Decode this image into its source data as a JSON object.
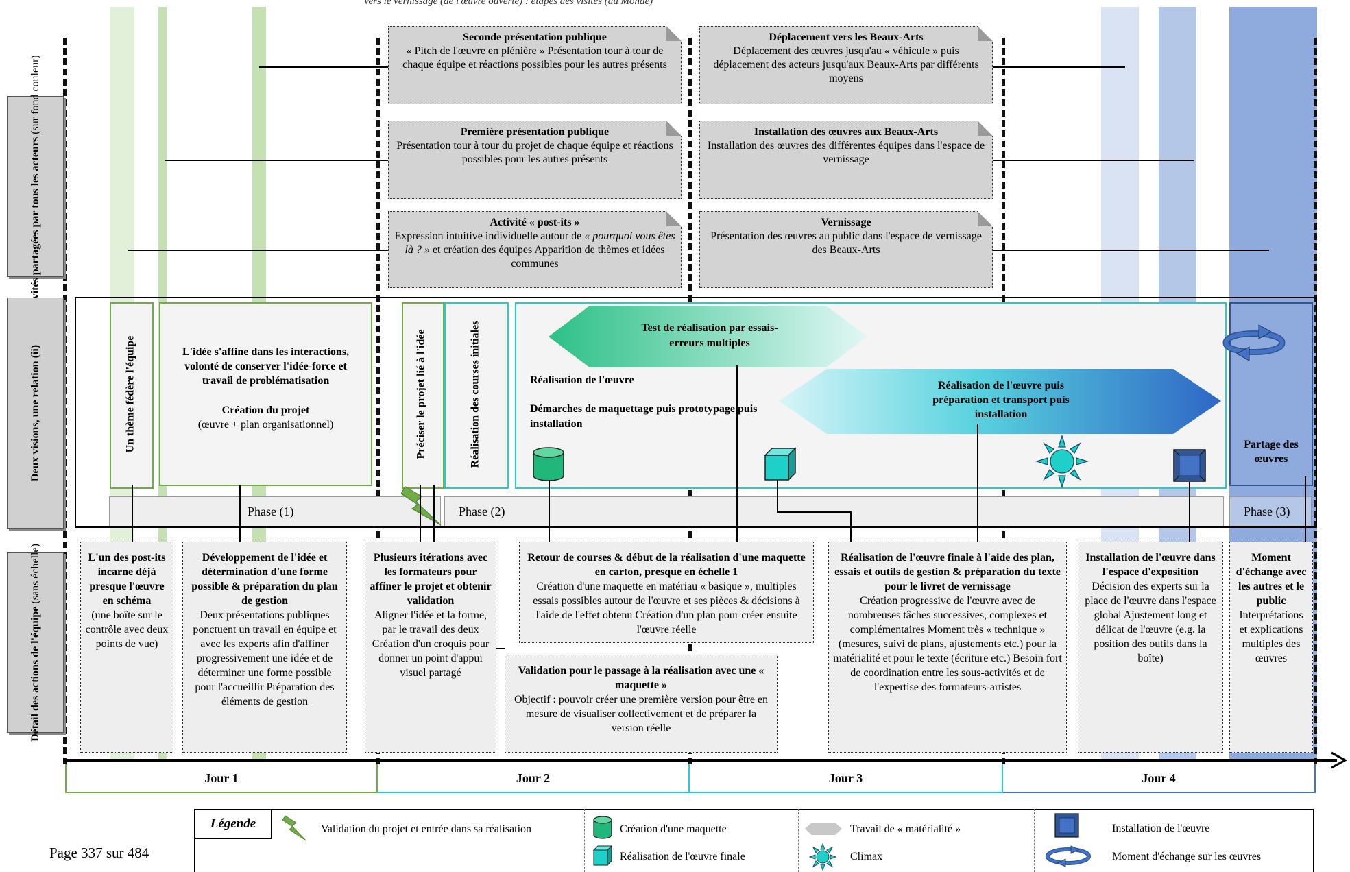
{
  "page_footer": "Page 337 sur 484",
  "top_caption": "Vers le vernissage (de l'œuvre ouverte) : étapes des visites (au Monde)",
  "side_labels": {
    "shared_activities": {
      "bold": "Activités partagées par tous les acteurs",
      "normal": "(sur fond couleur)"
    },
    "two_visions": {
      "bold": "Deux visions, une relation (ii)"
    },
    "team_detail": {
      "bold": "Détail des actions de l'équipe",
      "normal": "(sans échelle)"
    }
  },
  "shared_activities": [
    {
      "title": "Seconde présentation publique",
      "text": "« Pitch de l'œuvre en plénière » Présentation tour à tour de chaque équipe et réactions possibles pour les autres présents"
    },
    {
      "title": "Première présentation publique",
      "text": "Présentation tour à tour du projet de chaque équipe et réactions possibles pour les autres présents"
    },
    {
      "title": "Activité « post-its »",
      "text_a": "Expression intuitive individuelle autour de",
      "text_b_italic": "« pourquoi vous êtes là ? »",
      "text_c": "et création des équipes Apparition de thèmes et idées communes"
    },
    {
      "title": "Déplacement vers les Beaux-Arts",
      "text": "Déplacement des œuvres jusqu'au « véhicule » puis déplacement des acteurs jusqu'aux Beaux-Arts par différents moyens"
    },
    {
      "title": "Installation des œuvres aux Beaux-Arts",
      "text": "Installation des œuvres des différentes équipes dans l'espace de vernissage"
    },
    {
      "title": "Vernissage",
      "text": "Présentation des œuvres au public dans l'espace de vernissage des Beaux-Arts"
    }
  ],
  "visions": {
    "theme_label": "Un thème fédère l'équipe",
    "idea_title": "L'idée s'affine dans les interactions, volonté de conserver l'idée-force et travail de problématisation",
    "project_title": "Création du projet",
    "project_sub": "(œuvre + plan organisationnel)",
    "precise_label": "Préciser le projet lié à l'idée",
    "courses_label": "Réalisation des courses initiales",
    "test_arrow": "Test de réalisation par essais-erreurs multiples",
    "realisation": "Réalisation de l'œuvre",
    "demarches": "Démarches de maquettage puis prototypage puis installation",
    "final_arrow": "Réalisation de l'œuvre puis préparation et transport puis installation",
    "partage": "Partage des œuvres"
  },
  "phases": [
    "Phase (1)",
    "Phase (2)",
    "Phase (3)"
  ],
  "team_actions": [
    {
      "title": "L'un des post-its incarne déjà presque l'œuvre en schéma",
      "text": "(une boîte sur le contrôle avec deux points de vue)"
    },
    {
      "title": "Développement de l'idée et détermination d'une forme possible & préparation du plan de gestion",
      "text": "Deux présentations publiques ponctuent un travail en équipe et avec les experts afin d'affiner progressivement une idée et de déterminer une forme possible pour l'accueillir Préparation des éléments de gestion"
    },
    {
      "title": "Plusieurs itérations avec les formateurs pour affiner le projet et obtenir validation",
      "text": "Aligner l'idée et la forme, par le travail des deux Création d'un croquis pour donner un point d'appui visuel partagé"
    },
    {
      "title": "Retour de courses & début de la réalisation d'une maquette en carton, presque en échelle 1",
      "text": "Création d'une maquette en matériau « basique », multiples essais possibles autour de l'œuvre et ses pièces & décisions à l'aide de l'effet obtenu Création d'un plan pour créer ensuite l'œuvre réelle"
    },
    {
      "title": "Validation pour le passage à la réalisation avec une « maquette »",
      "text": "Objectif : pouvoir créer une première version pour être en mesure de visualiser collectivement et de préparer la version réelle"
    },
    {
      "title": "Réalisation de l'œuvre finale à l'aide des plan, essais et outils de gestion & préparation du texte pour le livret de vernissage",
      "text": "Création progressive de l'œuvre avec de nombreuses tâches successives, complexes et complémentaires Moment très « technique » (mesures, suivi de plans, ajustements etc.) pour la matérialité et pour le texte (écriture etc.) Besoin fort de coordination entre les sous-activités et de l'expertise des formateurs-artistes"
    },
    {
      "title": "Installation de l'œuvre dans l'espace d'exposition",
      "text": "Décision des experts sur la place de l'œuvre dans l'espace global Ajustement long et délicat de l'œuvre (e.g. la position des outils dans la boîte)"
    },
    {
      "title": "Moment d'échange avec les autres et le public",
      "text": "Interprétations et explications multiples des œuvres"
    }
  ],
  "days": [
    "Jour 1",
    "Jour 2",
    "Jour 3",
    "Jour 4"
  ],
  "legend": {
    "title": "Légende",
    "items": [
      {
        "icon": "lightning-icon",
        "label": "Validation du projet et entrée dans sa réalisation"
      },
      {
        "icon": "cylinder-icon",
        "label": "Création d'une maquette"
      },
      {
        "icon": "cube-icon",
        "label": "Réalisation de l'œuvre finale"
      },
      {
        "icon": "double-arrow-icon",
        "label": "Travail de « matérialité »"
      },
      {
        "icon": "sun-icon",
        "label": "Climax"
      },
      {
        "icon": "square-box-icon",
        "label": "Installation de l'œuvre"
      },
      {
        "icon": "cycle-arrows-icon",
        "label": "Moment d'échange sur les œuvres"
      }
    ]
  },
  "colors": {
    "green": "#bcdca8",
    "light_blue": "#d6e0f2",
    "mid_blue": "#a8bde4",
    "dark_blue": "#7f9ed9",
    "teal": "#1fd0c8",
    "arrow_green": "#3cc98c",
    "arrow_blue": "#2f6fc9"
  }
}
